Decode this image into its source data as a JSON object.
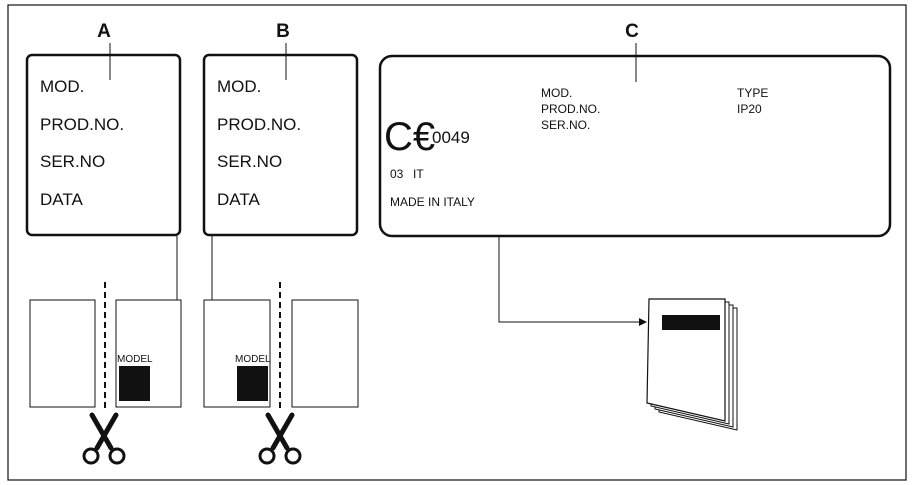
{
  "labels": {
    "a": "A",
    "b": "B",
    "c": "C"
  },
  "plate_a": {
    "lines": [
      "MOD.",
      "PROD.NO.",
      "SER.NO",
      "DATA"
    ]
  },
  "plate_b": {
    "lines": [
      "MOD.",
      "PROD.NO.",
      "SER.NO",
      "DATA"
    ]
  },
  "plate_c": {
    "left": [
      "MOD.",
      "PROD.NO.",
      "SER.NO."
    ],
    "right": [
      "TYPE",
      "IP20"
    ],
    "ce_mark": "C€",
    "ce_number": "0049",
    "code": "03",
    "country": "IT",
    "origin": "MADE IN ITALY"
  },
  "model_labels": {
    "a": "MODEL",
    "b": "MODEL"
  },
  "icons": {
    "scissors": "scissors-icon",
    "manual": "manual-booklet-icon"
  },
  "colors": {
    "ink": "#111111",
    "background": "#ffffff"
  }
}
